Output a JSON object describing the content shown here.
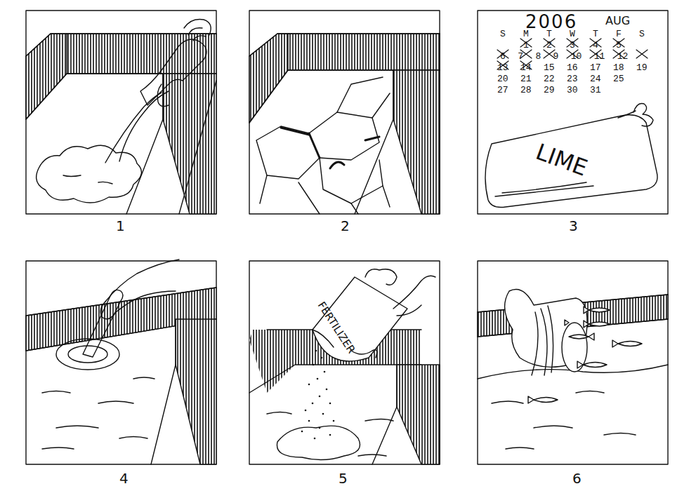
{
  "diagram": {
    "labels": [
      "1",
      "2",
      "3",
      "4",
      "5",
      "6",
      "2006",
      "AUG",
      "S M T W T F S",
      "1 2 3 4 5",
      "6 7 8 9 10 11 12",
      "13 14 15 16 17 18 19",
      "20 21 22 23 24 25",
      "27 28 29 30 31",
      "LIME",
      "FERTILIZER"
    ]
  }
}
